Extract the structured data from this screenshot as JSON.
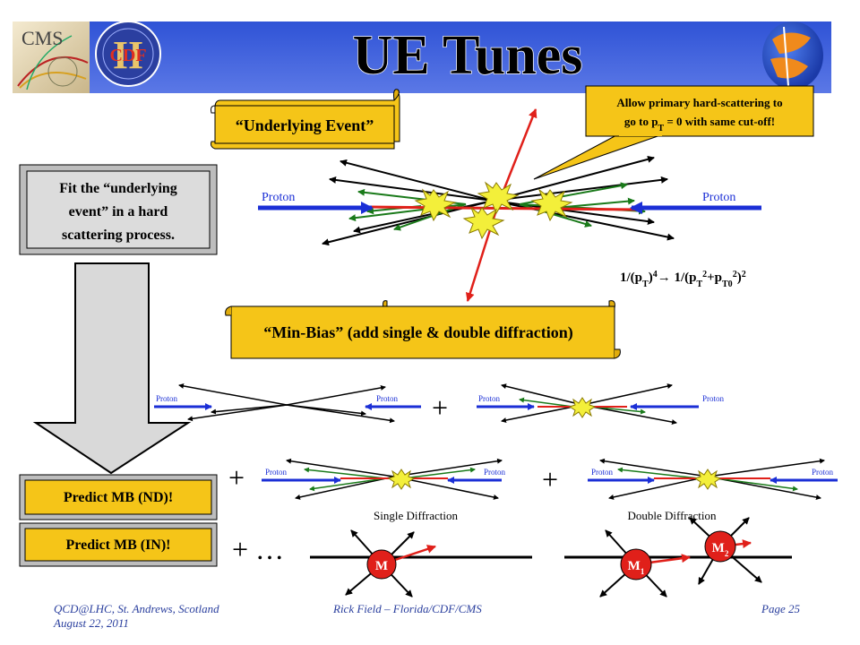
{
  "title": "UE Tunes",
  "logos": {
    "cms": "CMS",
    "cdf": "CDF",
    "cdf_roman": "II"
  },
  "scrolls": {
    "underlying_event": "“Underlying Event”",
    "min_bias": "“Min-Bias” (add single & double diffraction)"
  },
  "callout": {
    "line1": "Allow primary hard-scattering to",
    "line2_pre": "go to p",
    "line2_sub": "T",
    "line2_post": " = 0 with same cut-off!"
  },
  "formula": {
    "lhs": "1/(p",
    "lhs_sub": "T",
    "lhs_sup": "4",
    "arrow": "→",
    "rhs": "1/(p",
    "rhs_sub1": "T",
    "rhs_sup1": "2",
    "plus": "+p",
    "rhs_sub2": "T0",
    "rhs_sup2": "2",
    "rhs_end": ")",
    "rhs_sup3": "2"
  },
  "fit_box": {
    "lines": [
      "Fit the “underlying",
      "event” in a hard",
      "scattering process."
    ]
  },
  "predict": {
    "nd": "Predict MB (ND)!",
    "in": "Predict MB (IN)!"
  },
  "proton_label": "Proton",
  "diffraction": {
    "single": "Single Diffraction",
    "double": "Double Diffraction"
  },
  "clusters": {
    "m": "M",
    "m1": "M",
    "m1_sub": "1",
    "m2": "M",
    "m2_sub": "2"
  },
  "operators": {
    "plus": "+",
    "ellipsis": "+ …"
  },
  "footer": {
    "left_line1": "QCD@LHC, St. Andrews, Scotland",
    "left_line2": "August 22, 2011",
    "center": "Rick Field – Florida/CDF/CMS",
    "right": "Page 25"
  },
  "colors": {
    "title_bar": "#3a5bd9",
    "yellow_box": "#f5c518",
    "proton_arrow": "#1b2fd6",
    "track_green": "#1a7a1a",
    "track_red": "#e0201a",
    "cluster_red": "#e0201a",
    "footer_text": "#2a3f9e"
  }
}
